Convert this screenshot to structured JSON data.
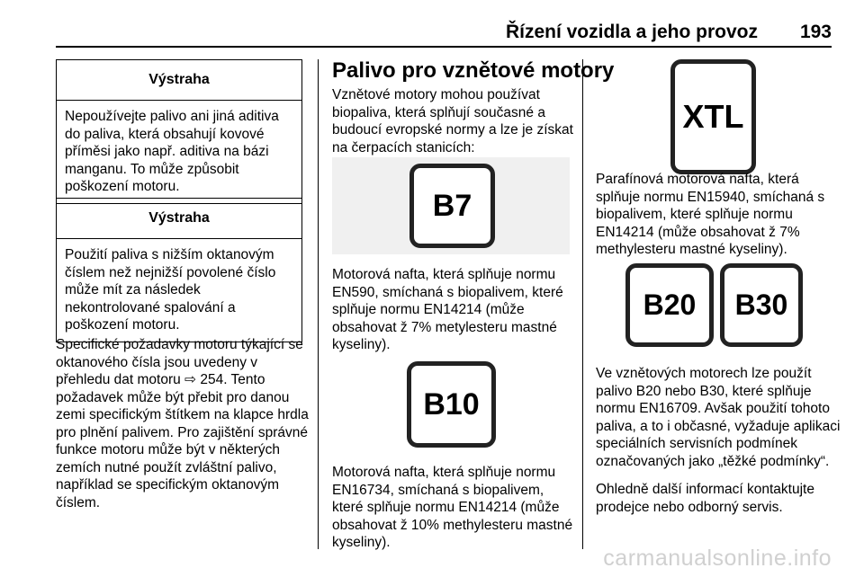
{
  "header": {
    "title": "Řízení vozidla a jeho provoz",
    "page_number": "193"
  },
  "warnings": [
    {
      "heading": "Výstraha",
      "body": "Nepoužívejte palivo ani jiná aditiva do paliva, která obsahují kovové příměsi jako např. aditiva na bázi manganu. To může způsobit poškození motoru."
    },
    {
      "heading": "Výstraha",
      "body": "Použití paliva s nižším oktanovým číslem než nejnižší povolené číslo může mít za následek nekontrolované spalování a poškození motoru."
    }
  ],
  "left_text": {
    "before_ref": "Specifické požadavky motoru týkající se oktanového čísla jsou uvedeny v přehledu dat motoru ",
    "ref_arrow": "⇨",
    "after_ref": " 254. Tento požadavek může být přebit pro danou zemi specifickým štítkem na klapce hrdla pro plnění palivem. Pro zajištění správné funkce motoru může být v některých zemích nutné použít zvláštní palivo, například se specifickým oktanovým číslem."
  },
  "middle": {
    "heading": "Palivo pro vznětové motory",
    "intro": "Vznětové motory mohou používat biopaliva, která splňují současné a budoucí evropské normy a lze je získat na čerpacích stanicích:",
    "label_b7": "B7",
    "desc_b7": "Motorová nafta, která splňuje normu EN590, smíchaná s biopalivem, které splňuje normu EN14214 (může obsahovat ž 7% metylesteru mastné kyseliny).",
    "label_b10": "B10",
    "desc_b10": "Motorová nafta, která splňuje normu EN16734, smíchaná s biopalivem, které splňuje normu EN14214 (může obsahovat ž 10% methylesteru mastné kyseliny)."
  },
  "right": {
    "label_xtl": "XTL",
    "desc_xtl": "Parafínová motorová nafta, která splňuje normu EN15940, smíchaná s biopalivem, které splňuje normu EN14214 (může obsahovat ž 7% methylesteru mastné kyseliny).",
    "label_b20": "B20",
    "label_b30": "B30",
    "desc_b20_b30": "Ve vznětových motorech lze použít palivo B20 nebo B30, které splňuje normu EN16709. Avšak použití tohoto paliva, a to i občasné, vyžaduje aplikaci speciálních servisních podmínek označovaných jako „těžké podmínky“.",
    "contact": "Ohledně další informací kontaktujte prodejce nebo odborný servis."
  },
  "watermark": "carmanualsonline.info"
}
